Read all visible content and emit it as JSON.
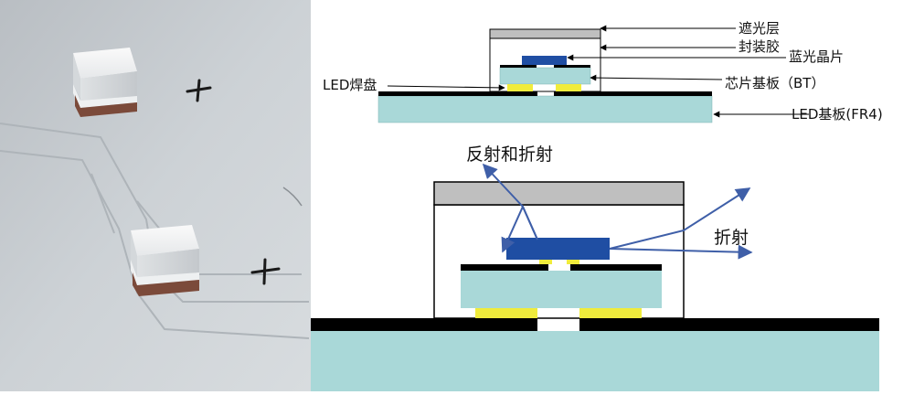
{
  "top_diagram": {
    "labels": {
      "light_shield": "遮光层",
      "encapsulant": "封装胶",
      "blue_chip": "蓝光晶片",
      "led_pad": "LED焊盘",
      "chip_substrate": "芯片基板（BT）",
      "led_substrate": "LED基板(FR4)"
    }
  },
  "bottom_diagram": {
    "labels": {
      "reflection_refraction": "反射和折射",
      "refraction": "折射"
    }
  },
  "colors": {
    "substrate": "#a9d8d8",
    "chip": "#1f4ea3",
    "pad": "#f0ec3c",
    "shield": "#bfbfbf",
    "arrow": "#3f5fa8",
    "black": "#000000"
  }
}
